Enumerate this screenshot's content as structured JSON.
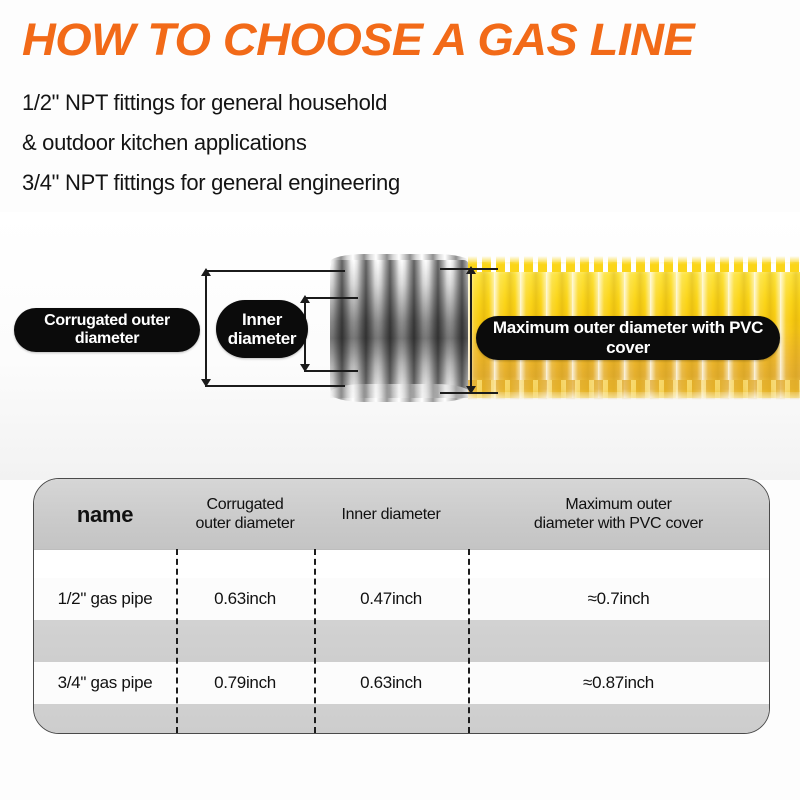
{
  "header": {
    "title": "HOW TO CHOOSE A GAS LINE",
    "lines": [
      "1/2\" NPT fittings for general household",
      "& outdoor kitchen applications",
      "3/4\" NPT fittings for general engineering"
    ]
  },
  "diagram": {
    "labels": {
      "corrugated_outer": "Corrugated outer diameter",
      "inner_line1": "Inner",
      "inner_line2": "diameter",
      "pvc_max": "Maximum outer diameter with PVC cover"
    },
    "colors": {
      "pvc_yellow": "#FBD518",
      "steel_gray": "#8c8c8c",
      "label_bg": "#0b0b0b",
      "label_text": "#ffffff"
    }
  },
  "table": {
    "headers": [
      "name",
      "Corrugated\nouter diameter",
      "Inner diameter",
      "Maximum outer\ndiameter with PVC cover"
    ],
    "headers_flat": {
      "name": "name",
      "corrugated_l1": "Corrugated",
      "corrugated_l2": "outer diameter",
      "inner": "Inner diameter",
      "maximum_l1": "Maximum outer",
      "maximum_l2": "diameter with PVC cover"
    },
    "rows": [
      {
        "name": "1/2\" gas pipe",
        "corrugated_outer_diameter": "0.63inch",
        "inner_diameter": "0.47inch",
        "max_outer_diameter_pvc": "≈0.7inch"
      },
      {
        "name": "3/4\" gas pipe",
        "corrugated_outer_diameter": "0.79inch",
        "inner_diameter": "0.63inch",
        "max_outer_diameter_pvc": "≈0.87inch"
      }
    ]
  },
  "theme": {
    "accent_orange": "#F26A18",
    "body_text": "#141414",
    "table_header_bg": "#CACACA",
    "table_border": "#4a4a4a"
  }
}
